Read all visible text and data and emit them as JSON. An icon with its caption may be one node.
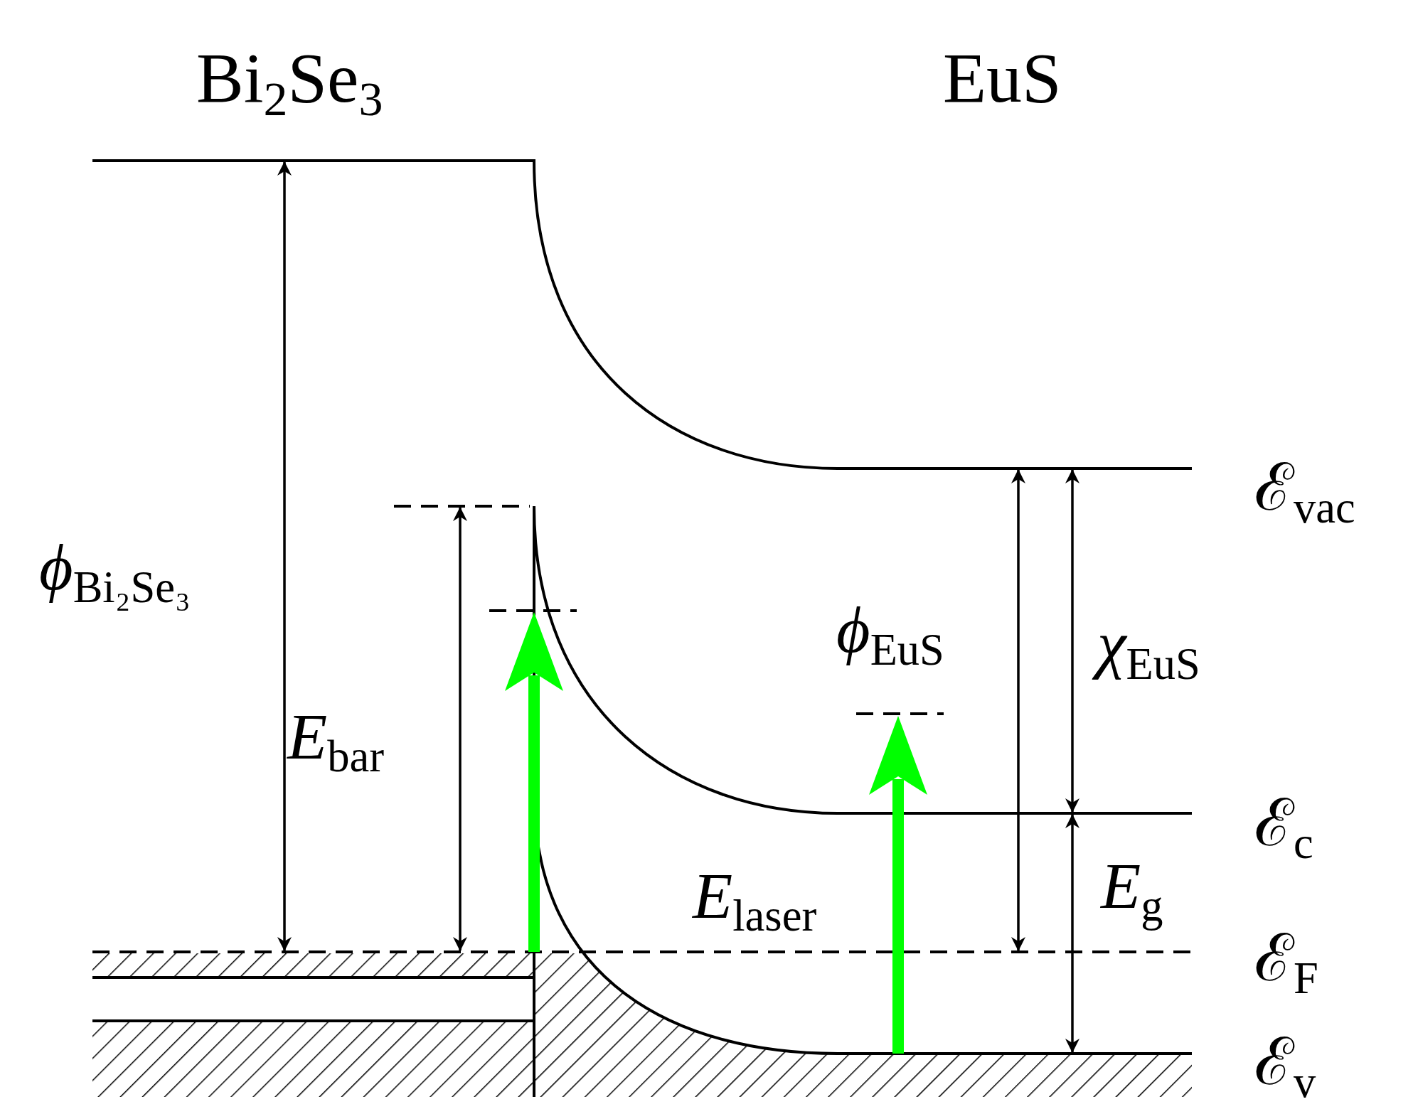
{
  "diagram": {
    "labels": [
      "Bi$_{2}$Se$_{3}$",
      "EuS",
      "ℰ$_{vac}$",
      "*ϕ*$_{Bi₂Se₃}$",
      "*ϕ*$_{EuS}$",
      "*χ*$_{EuS}$",
      "*E*$_{bar}$",
      "ℰ$_{c}$",
      "*E*$_{laser}$",
      "*E*$_{g}$",
      "ℰ$_{F}$",
      "ℰ$_{v}$"
    ]
  }
}
